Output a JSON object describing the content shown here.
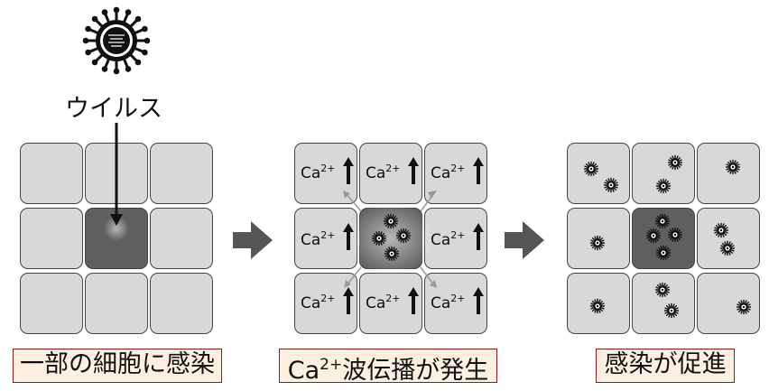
{
  "virus_label": "ウイルス",
  "panel1": {
    "caption": "一部の細胞に感染"
  },
  "panel2": {
    "caption_base": "Ca",
    "caption_sup": "2+",
    "caption_rest": "波伝播が発生",
    "ion_base": "Ca",
    "ion_sup": "2+"
  },
  "panel3": {
    "caption": "感染が促進"
  },
  "colors": {
    "cell": "#d8d8d8",
    "infected_cell": "#5f5f5f",
    "arrow": "#555555",
    "caption_border": "#8b1c1c",
    "caption_bg": "#fdf0e0"
  }
}
